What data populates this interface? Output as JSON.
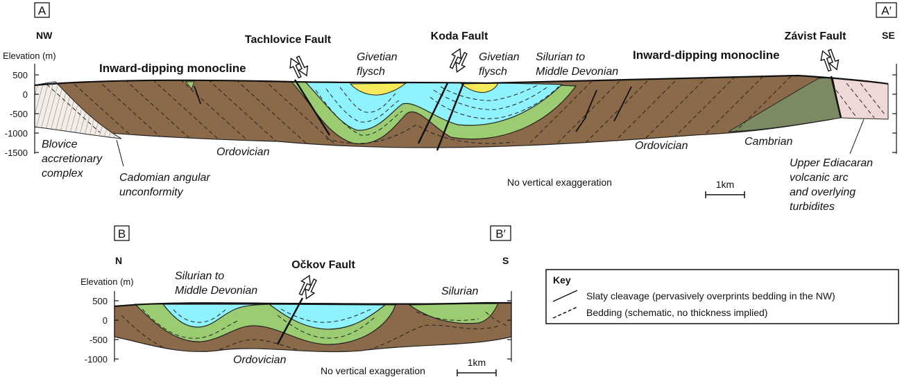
{
  "section_a": {
    "label_left": "A",
    "label_right": "A′",
    "dir_left": "NW",
    "dir_right": "SE",
    "elev_title": "Elevation (m)",
    "ticks": [
      "500",
      "0",
      "-500",
      "-1000",
      "-1500"
    ],
    "faults": [
      "Tachlovice Fault",
      "Koda Fault",
      "Závist Fault"
    ],
    "monocline_left": "Inward-dipping monocline",
    "monocline_right": "Inward-dipping monocline",
    "givetian_left": [
      "Givetian",
      "flysch"
    ],
    "givetian_right": [
      "Givetian",
      "flysch"
    ],
    "silurian_devonian": [
      "Silurian to",
      "Middle Devonian"
    ],
    "blovice": [
      "Blovice",
      "accretionary",
      "complex"
    ],
    "cadomian": [
      "Cadomian angular",
      "unconformity"
    ],
    "ordovician_left": "Ordovician",
    "ordovician_right": "Ordovician",
    "cambrian": "Cambrian",
    "ediacaran": [
      "Upper Ediacaran",
      "volcanic arc",
      "and overlying",
      "turbidites"
    ],
    "no_exag": "No vertical exaggeration",
    "scale": "1km"
  },
  "section_b": {
    "label_left": "B",
    "label_right": "B′",
    "dir_left": "N",
    "dir_right": "S",
    "elev_title": "Elevation (m)",
    "ticks": [
      "500",
      "0",
      "-500",
      "-1000"
    ],
    "fault": "Očkov Fault",
    "silurian_devonian": [
      "Silurian to",
      "Middle Devonian"
    ],
    "silurian": "Silurian",
    "ordovician": "Ordovician",
    "no_exag": "No vertical exaggeration",
    "scale": "1km"
  },
  "key": {
    "title": "Key",
    "cleavage": "Slaty cleavage (pervasively overprints bedding in the NW)",
    "bedding": "Bedding (schematic, no thickness implied)"
  },
  "colors": {
    "ordovician": "#8b6a4a",
    "silurian": "#9ccc72",
    "devonian": "#8ff3ff",
    "givetian": "#f4ea5a",
    "cambrian": "#7c8a64",
    "ediacaran": "#efd9d6",
    "blovice": "#f4ece6"
  }
}
